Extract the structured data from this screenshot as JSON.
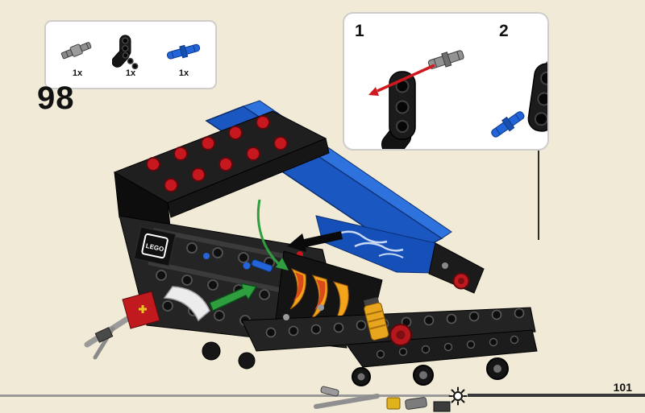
{
  "step": {
    "number": "98"
  },
  "footer": {
    "page_number": "101"
  },
  "parts_box": {
    "items": [
      {
        "icon": "axle-pin-connector-grey",
        "count": "1x"
      },
      {
        "icon": "bent-beam-3x3-black",
        "count": "1x"
      },
      {
        "icon": "long-pin-blue",
        "count": "1x"
      }
    ]
  },
  "callout": {
    "steps": [
      {
        "number": "1",
        "icon": "insert-grey-axle-pin-into-beam"
      },
      {
        "number": "2",
        "icon": "insert-blue-pin-into-beam"
      }
    ]
  },
  "model": {
    "brick_logo": "LEGO"
  },
  "colors": {
    "background": "#f0ead6",
    "panel_border": "#cdcdcd",
    "lego_blue": "#1a57c0",
    "lego_black": "#1d1d1d",
    "stud_red": "#c8181f",
    "flame_yellow": "#f2a51c",
    "flame_orange": "#d9491a",
    "arrow_red": "#cf1820",
    "arrow_green": "#2f9e3f",
    "progress_grey": "#9a9a9a",
    "progress_dark": "#383838"
  }
}
